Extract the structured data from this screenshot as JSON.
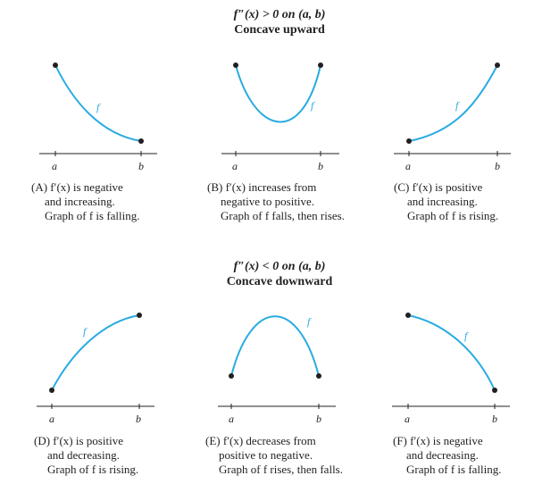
{
  "sections": [
    {
      "condition": "f″(x) > 0 on (a, b)",
      "title": "Concave upward"
    },
    {
      "condition": "f″(x) < 0 on (a, b)",
      "title": "Concave downward"
    }
  ],
  "curve_label": "f",
  "axis_labels": {
    "a": "a",
    "b": "b"
  },
  "captions": [
    {
      "lines": [
        "(A) f′(x) is negative",
        "and increasing.",
        "Graph of f is falling."
      ]
    },
    {
      "lines": [
        "(B) f′(x) increases from",
        "negative to positive.",
        "Graph of f falls, then rises."
      ]
    },
    {
      "lines": [
        "(C) f′(x) is positive",
        "and increasing.",
        "Graph of f is rising."
      ]
    },
    {
      "lines": [
        "(D) f′(x) is positive",
        "and decreasing.",
        "Graph of f is rising."
      ]
    },
    {
      "lines": [
        "(E) f′(x) decreases from",
        "positive to negative.",
        "Graph of f rises, then falls."
      ]
    },
    {
      "lines": [
        "(F) f′(x) is negative",
        "and decreasing.",
        "Graph of f is falling."
      ]
    }
  ],
  "colors": {
    "curve": "#29abe2",
    "axis": "#231f20",
    "point": "#231f20"
  }
}
